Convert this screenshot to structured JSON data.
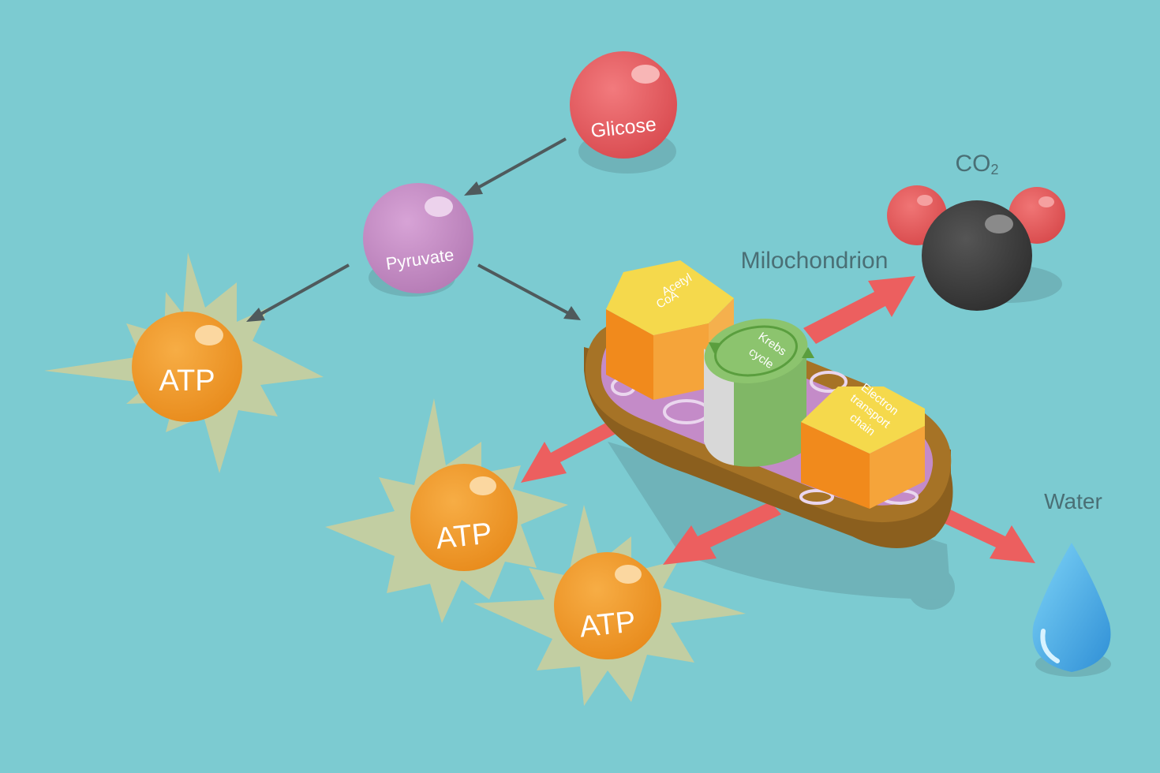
{
  "labels": {
    "glucose": "Glicose",
    "pyruvate": "Pyruvate",
    "atp": "ATP",
    "co2_main": "CO",
    "co2_sub": "2",
    "mitochondrion": "Milochondrion",
    "acetyl_line1": "Acetyl",
    "acetyl_line2": "CoA",
    "krebs_line1": "Krebs",
    "krebs_line2": "cycle",
    "etc_line1": "Electron",
    "etc_line2": "transport",
    "etc_line3": "chain",
    "water": "Water"
  },
  "colors": {
    "background": "#7ccbd1",
    "glucose": "#e85a5e",
    "pyruvate": "#c790c6",
    "atp": "#f39a2a",
    "atp_glow": "#cfcf9a",
    "co2_carbon": "#3c3c3c",
    "co2_oxygen": "#e65a5a",
    "arrow_gray": "#4f5a5c",
    "arrow_red": "#ec5f5f",
    "mito_shell": "#9a6b24",
    "mito_inner": "#c48bc8",
    "acetyl": "#f5d94c",
    "krebs": "#84bb6a",
    "etc": "#f2901f",
    "water": "#3ba9e8"
  },
  "icons": {
    "glucose": "sphere-icon",
    "pyruvate": "sphere-icon",
    "atp": "starburst-sphere-icon",
    "co2": "molecule-icon",
    "water": "droplet-icon",
    "mitochondrion": "organelle-icon"
  }
}
